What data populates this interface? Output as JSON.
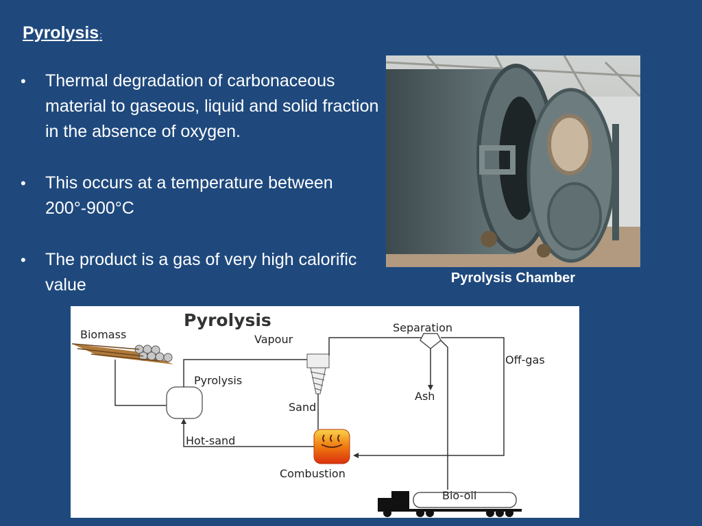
{
  "slide": {
    "title": "Pyrolysis",
    "title_suffix": ":",
    "bullet_glyph": "•",
    "bullets": [
      "Thermal degradation of carbonaceous material to gaseous, liquid and solid fraction in the absence of oxygen.",
      "This occurs at a temperature between 200°-900°C",
      "The product is a gas of very high calorific value"
    ]
  },
  "photo": {
    "caption": "Pyrolysis Chamber"
  },
  "diagram": {
    "title": "Pyrolysis",
    "labels": {
      "biomass": "Biomass",
      "vapour": "Vapour",
      "separation": "Separation",
      "off_gas": "Off-gas",
      "pyrolysis": "Pyrolysis",
      "ash": "Ash",
      "sand": "Sand",
      "hot_sand": "Hot-sand",
      "combustion": "Combustion",
      "bio_oil": "Bio-oil"
    }
  },
  "colors": {
    "background": "#1f497d",
    "text": "#ffffff",
    "flame": "#f07a10"
  }
}
